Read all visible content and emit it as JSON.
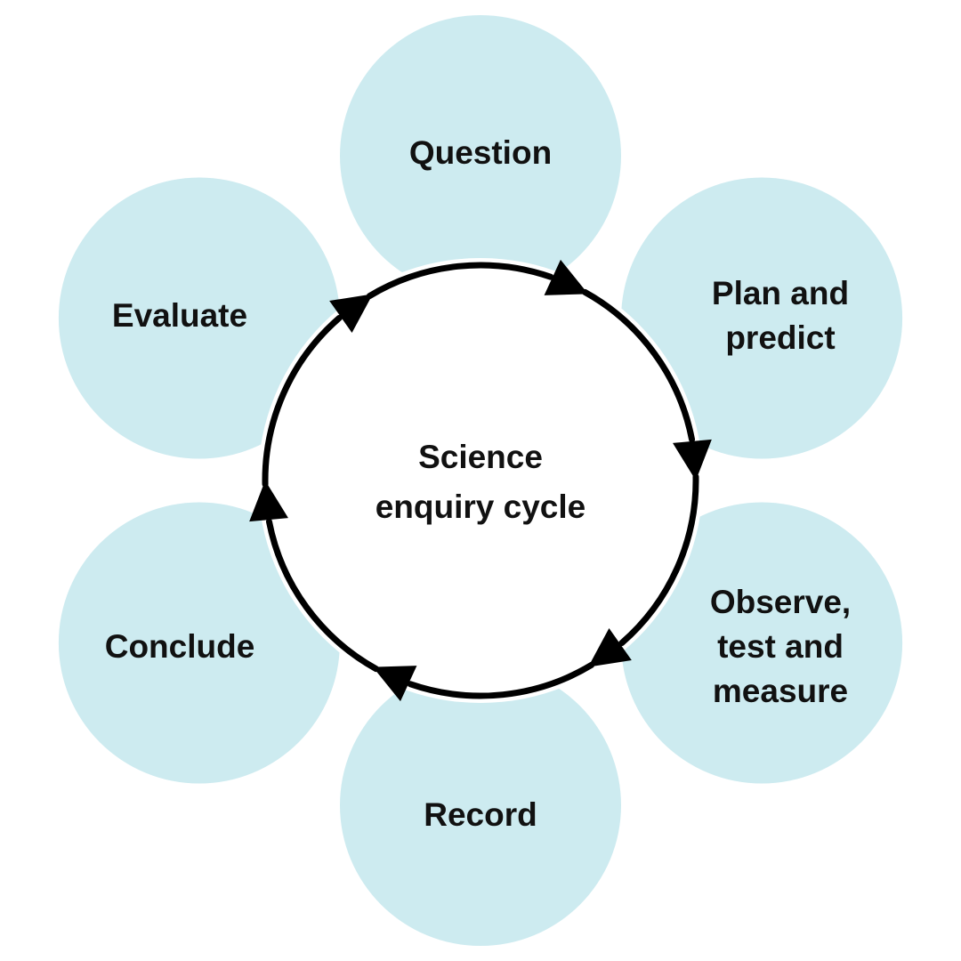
{
  "center": {
    "lines": [
      "Science",
      "enquiry cycle"
    ]
  },
  "stages": [
    {
      "lines": [
        "Question"
      ]
    },
    {
      "lines": [
        "Plan and",
        "predict"
      ]
    },
    {
      "lines": [
        "Observe,",
        "test and",
        "measure"
      ]
    },
    {
      "lines": [
        "Record"
      ]
    },
    {
      "lines": [
        "Conclude"
      ]
    },
    {
      "lines": [
        "Evaluate"
      ]
    }
  ],
  "colors": {
    "bubble": "#cdebf0",
    "arrow": "#000000",
    "center": "#ffffff"
  }
}
